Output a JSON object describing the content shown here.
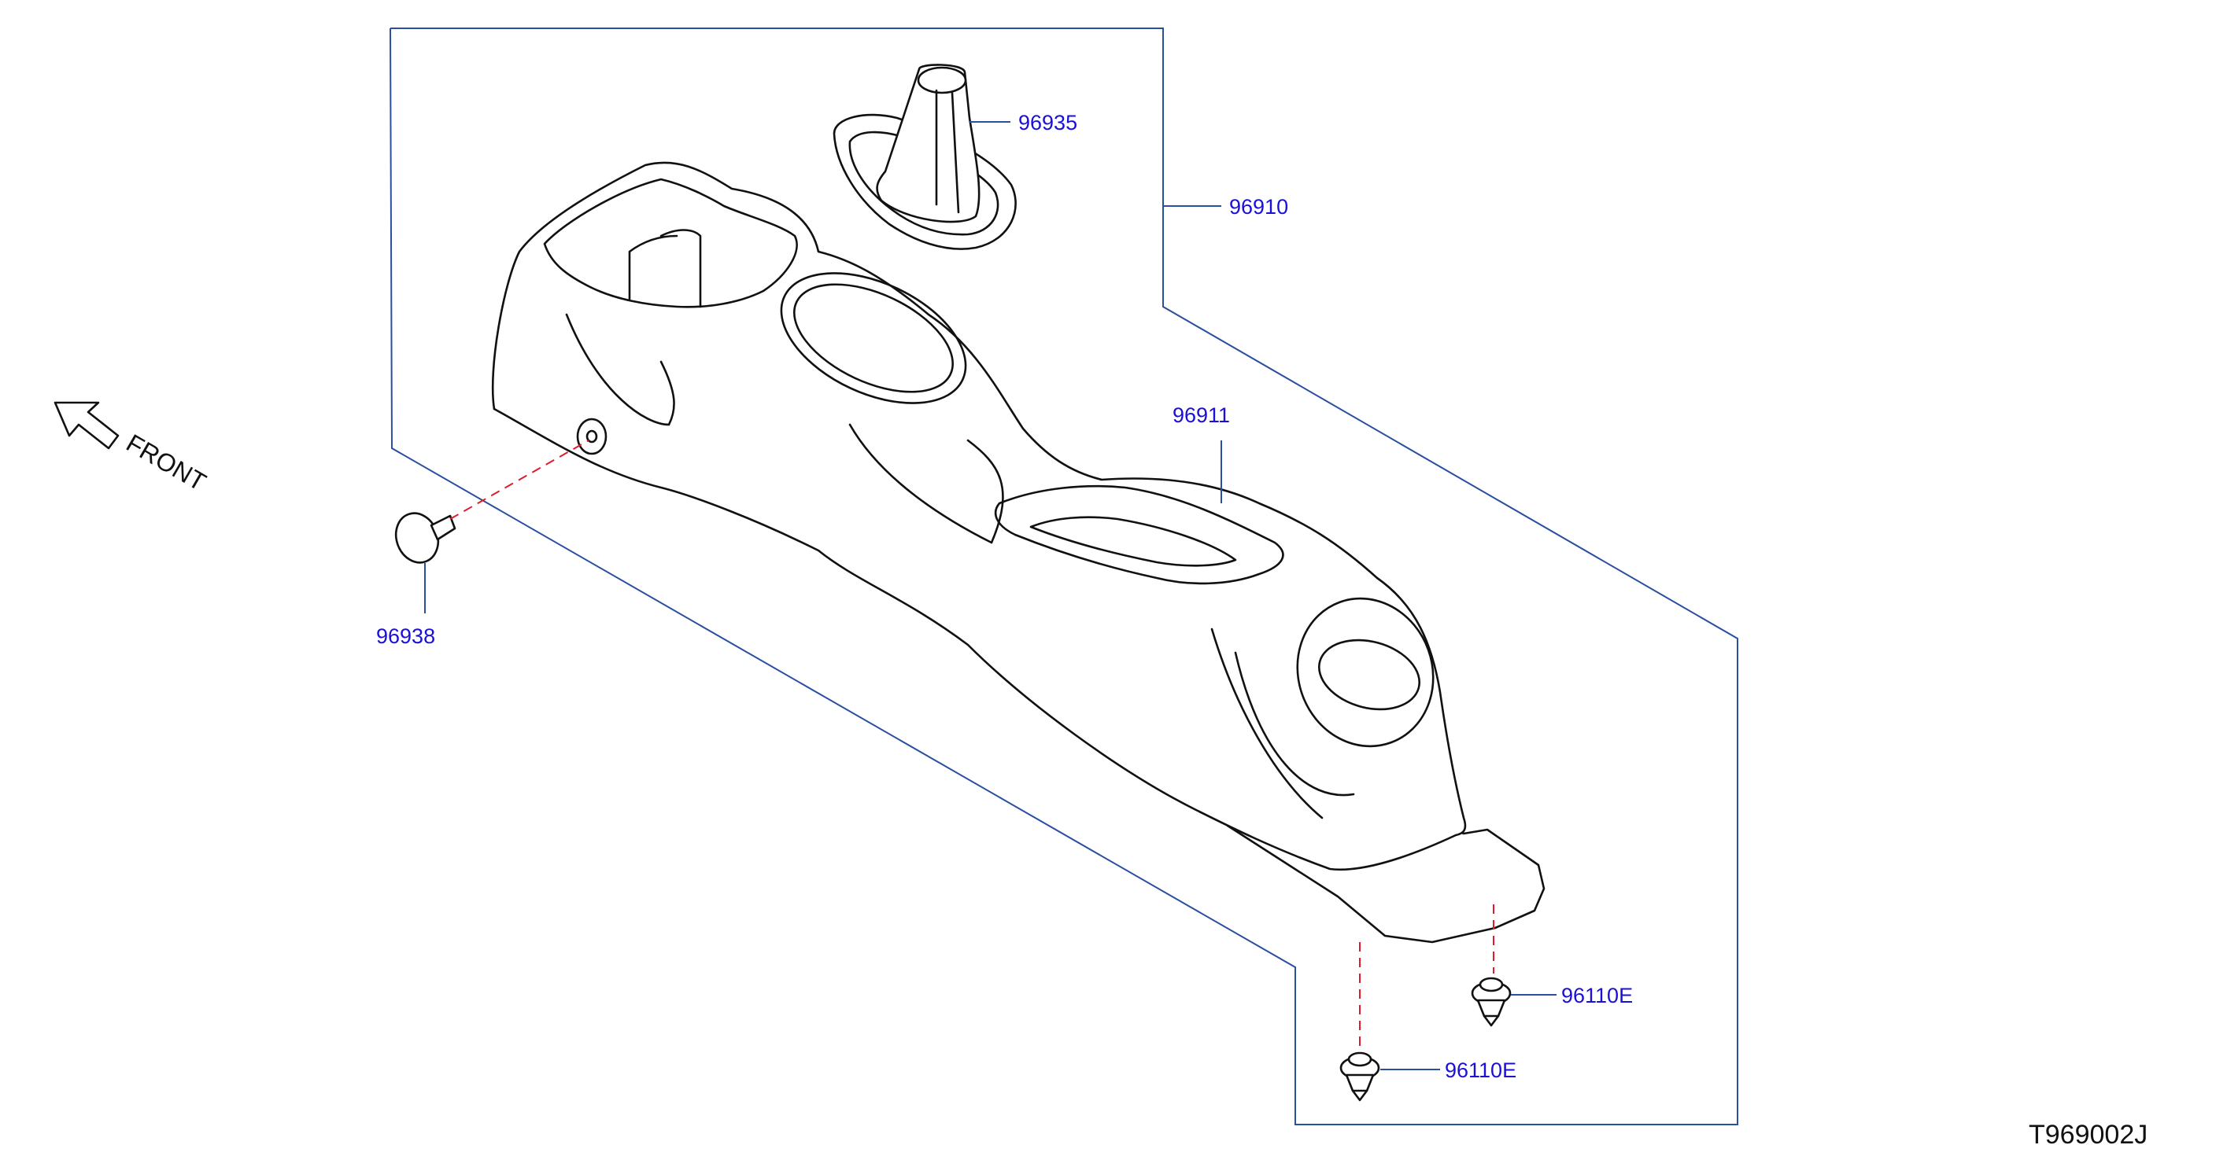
{
  "parts": {
    "console_assembly": "96910",
    "console_body": "96911",
    "shift_boot": "96935",
    "clip_front": "96938",
    "clip_rear_upper": "96110E",
    "clip_rear_lower": "96110E"
  },
  "direction_label": "FRONT",
  "diagram_code": "T969002J",
  "colors": {
    "label_text": "#1a10d8",
    "outline": "#2a4fa0",
    "dashed_guide": "#e01c2c",
    "part_stroke": "#111111"
  },
  "icons": {
    "direction_arrow": "arrow-up-left-icon"
  }
}
